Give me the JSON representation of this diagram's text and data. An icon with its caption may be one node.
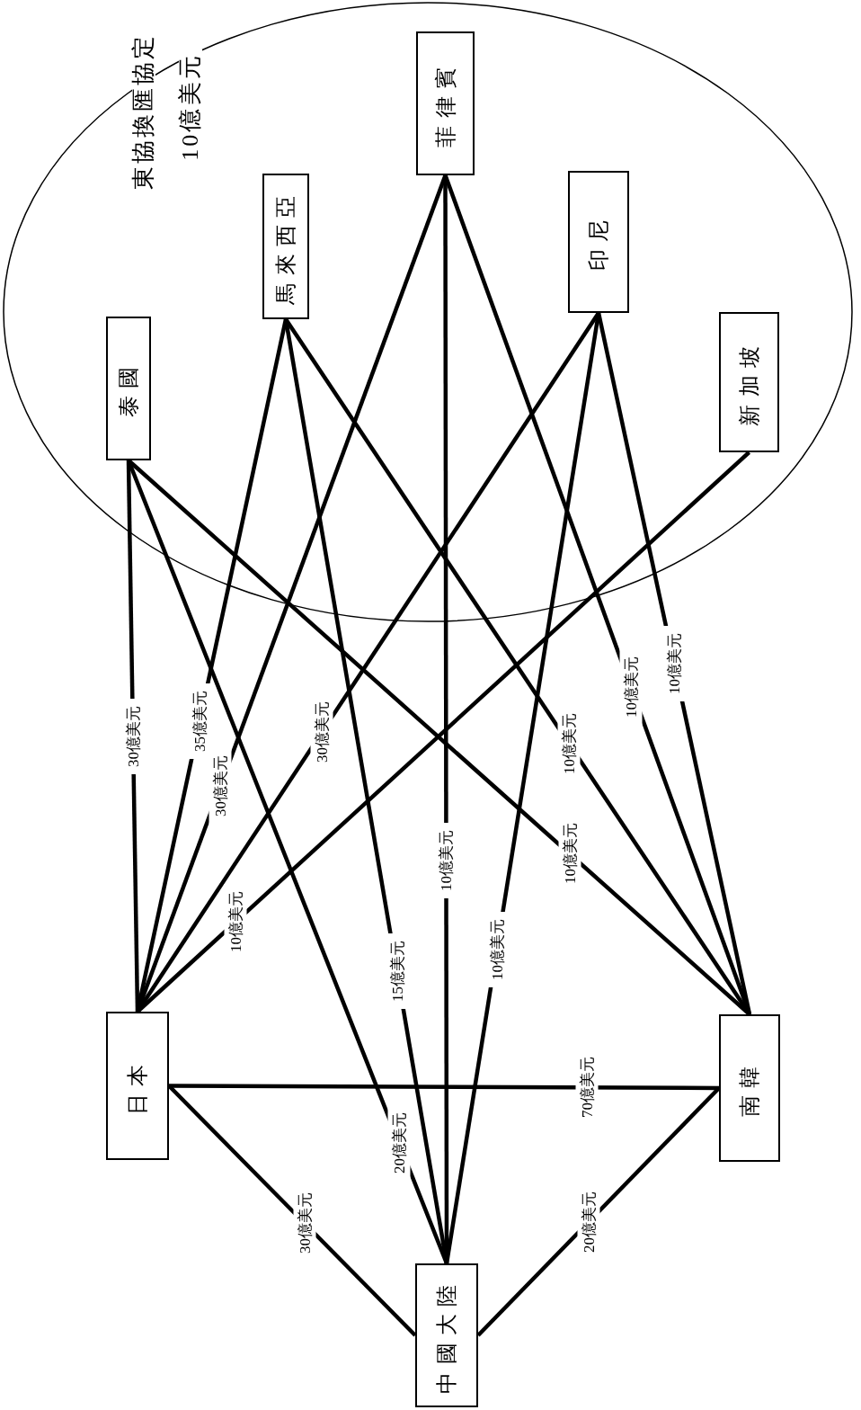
{
  "diagram": {
    "nodes": [
      {
        "text": [
          "東協換匯協定",
          "10億美元"
        ]
      },
      {
        "text": [
          "泰國"
        ],
        "in": 0
      },
      {
        "text": [
          "馬來西亞"
        ],
        "in": 0
      },
      {
        "text": [
          "菲律賓"
        ],
        "in": 0
      },
      {
        "text": [
          "印尼"
        ],
        "in": 0
      },
      {
        "text": [
          "新加坡"
        ],
        "in": 0
      },
      {
        "text": [
          "日本"
        ]
      },
      {
        "text": [
          "南韓"
        ]
      },
      {
        "text": [
          "中國大陸"
        ]
      }
    ],
    "edges": [
      {
        "from": 6,
        "to": 1,
        "arrow": "none",
        "label": "30億美元"
      },
      {
        "from": 6,
        "to": 2,
        "arrow": "none",
        "label": "35億美元"
      },
      {
        "from": 6,
        "to": 3,
        "arrow": "none",
        "label": "30億美元"
      },
      {
        "from": 6,
        "to": 4,
        "arrow": "none",
        "label": "30億美元"
      },
      {
        "from": 6,
        "to": 5,
        "arrow": "none",
        "label": "10億美元"
      },
      {
        "from": 7,
        "to": 1,
        "arrow": "none",
        "label": "10億美元"
      },
      {
        "from": 7,
        "to": 2,
        "arrow": "none",
        "label": "10億美元"
      },
      {
        "from": 7,
        "to": 3,
        "arrow": "none",
        "label": "10億美元"
      },
      {
        "from": 7,
        "to": 4,
        "arrow": "none",
        "label": "10億美元"
      },
      {
        "from": 8,
        "to": 1,
        "arrow": "none",
        "label": "20億美元"
      },
      {
        "from": 8,
        "to": 2,
        "arrow": "none",
        "label": "15億美元"
      },
      {
        "from": 8,
        "to": 3,
        "arrow": "none",
        "label": "10億美元"
      },
      {
        "from": 8,
        "to": 4,
        "arrow": "none",
        "label": "10億美元"
      },
      {
        "from": 6,
        "to": 7,
        "arrow": "none",
        "label": "70億美元"
      },
      {
        "from": 6,
        "to": 8,
        "arrow": "none",
        "label": "30億美元"
      },
      {
        "from": 7,
        "to": 8,
        "arrow": "none",
        "label": "20億美元"
      }
    ]
  }
}
